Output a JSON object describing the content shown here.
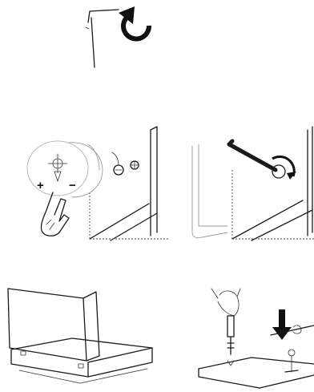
{
  "steps": [
    {
      "id": "step-1",
      "icons": [
        "hex-key-icon",
        "rotate-clockwise-icon"
      ]
    },
    {
      "id": "step-2",
      "icons": [
        "cam-lock-magnified-icon",
        "pointing-hand-icon"
      ],
      "labels": {
        "plus": "+",
        "minus": "−"
      }
    },
    {
      "id": "step-3",
      "icons": [
        "hex-key-icon",
        "rotation-arrow-icon"
      ]
    },
    {
      "id": "step-4",
      "icons": [
        "cabinet-panel-icon"
      ]
    },
    {
      "id": "step-5",
      "icons": [
        "screwdriver-hand-icon",
        "down-arrow-icon"
      ]
    }
  ]
}
